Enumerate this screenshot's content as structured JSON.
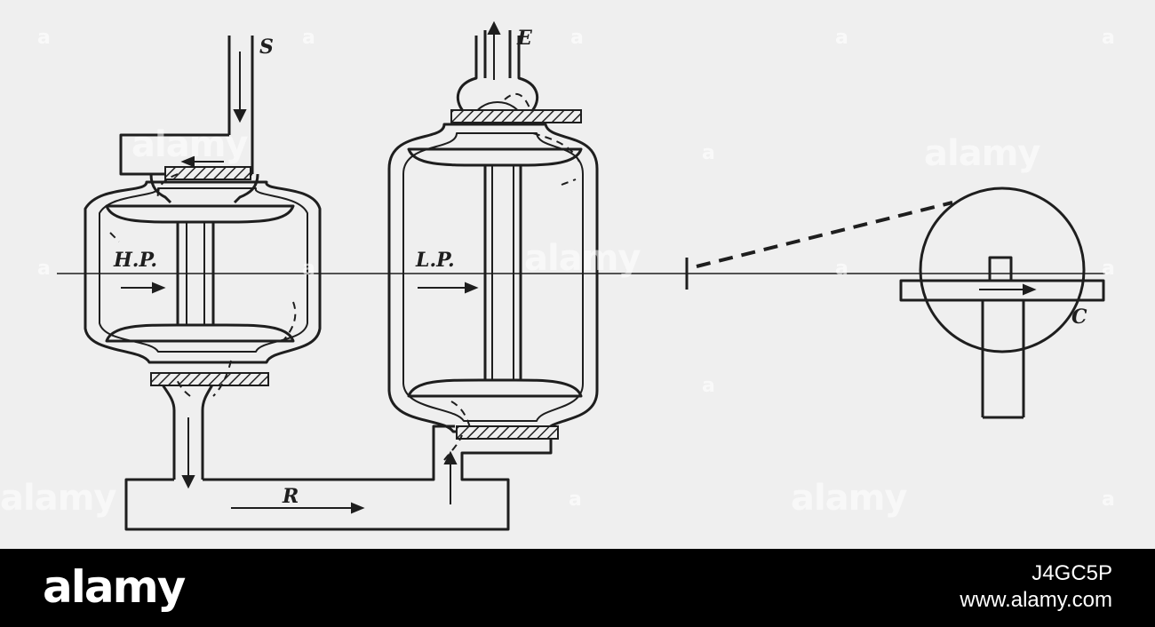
{
  "labels": {
    "steam_supply": "S",
    "exhaust": "E",
    "high_pressure": "H.P.",
    "low_pressure": "L.P.",
    "receiver": "R",
    "crank": "C"
  },
  "watermark": {
    "text": "alamy",
    "color": "#ffffff"
  },
  "footer": {
    "logo": "alamy",
    "image_id": "J4GC5P",
    "url": "www.alamy.com",
    "background": "#000000"
  }
}
